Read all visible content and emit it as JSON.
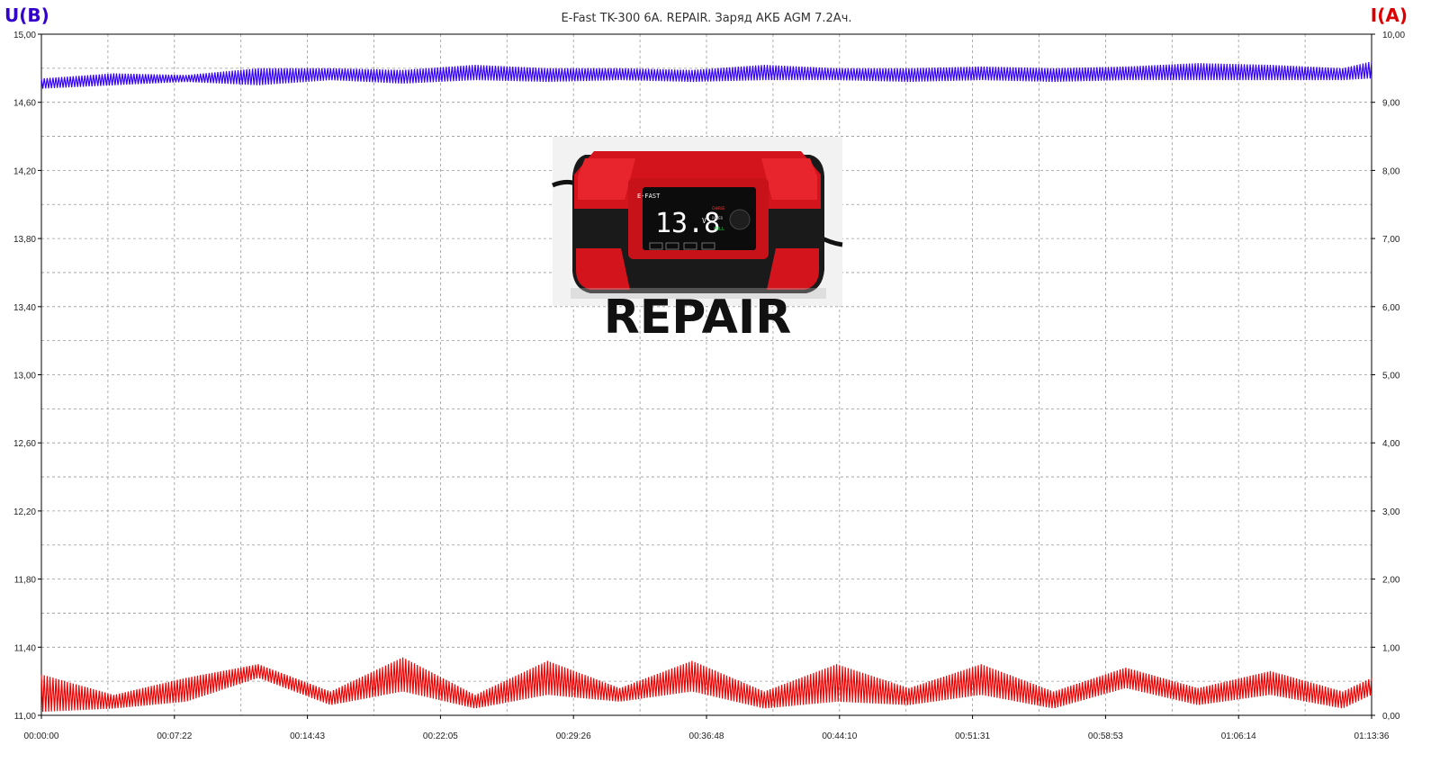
{
  "chart_data": {
    "type": "line",
    "title": "E-Fast TK-300 6A. REPAIR. Заряд АКБ AGM 7.2Ач.",
    "ylabel_left": "U(В)",
    "ylabel_right": "I(A)",
    "xlabel": "",
    "y_left_lim": [
      11.0,
      15.0
    ],
    "y_right_lim": [
      0.0,
      10.0
    ],
    "x_ticks": [
      "00:00:00",
      "00:07:22",
      "00:14:43",
      "00:22:05",
      "00:29:26",
      "00:36:48",
      "00:44:10",
      "00:51:31",
      "00:58:53",
      "01:06:14",
      "01:13:36"
    ],
    "y_left_ticks": [
      "11,00",
      "11,40",
      "11,80",
      "12,20",
      "12,60",
      "13,00",
      "13,40",
      "13,80",
      "14,20",
      "14,60",
      "15,00"
    ],
    "y_right_ticks": [
      "0,00",
      "1,00",
      "2,00",
      "3,00",
      "4,00",
      "5,00",
      "6,00",
      "7,00",
      "8,00",
      "9,00",
      "10,00"
    ],
    "grid": true,
    "series": [
      {
        "name": "U(В)",
        "axis": "left",
        "color": "#3300ff",
        "x_min": [
          0,
          4,
          8,
          12,
          16,
          20,
          24,
          28,
          32,
          36,
          40,
          44,
          48,
          52,
          56,
          60,
          64,
          68,
          72,
          73.6
        ],
        "values_low": [
          14.68,
          14.7,
          14.72,
          14.7,
          14.73,
          14.71,
          14.73,
          14.72,
          14.73,
          14.72,
          14.73,
          14.73,
          14.72,
          14.73,
          14.72,
          14.73,
          14.73,
          14.73,
          14.73,
          14.74
        ],
        "values_high": [
          14.74,
          14.77,
          14.76,
          14.8,
          14.8,
          14.79,
          14.82,
          14.8,
          14.8,
          14.79,
          14.82,
          14.8,
          14.8,
          14.81,
          14.8,
          14.81,
          14.83,
          14.82,
          14.8,
          14.84
        ]
      },
      {
        "name": "I(A)",
        "axis": "right",
        "color": "#ee0000",
        "x_min": [
          0,
          4,
          8,
          12,
          16,
          20,
          24,
          28,
          32,
          36,
          40,
          44,
          48,
          52,
          56,
          60,
          64,
          68,
          72,
          73.6
        ],
        "values_low": [
          0.05,
          0.1,
          0.2,
          0.55,
          0.15,
          0.35,
          0.1,
          0.3,
          0.2,
          0.35,
          0.1,
          0.2,
          0.15,
          0.3,
          0.1,
          0.4,
          0.15,
          0.3,
          0.1,
          0.3
        ],
        "values_high": [
          0.6,
          0.3,
          0.55,
          0.75,
          0.35,
          0.85,
          0.3,
          0.8,
          0.4,
          0.8,
          0.35,
          0.75,
          0.4,
          0.75,
          0.35,
          0.7,
          0.4,
          0.65,
          0.35,
          0.55
        ]
      }
    ],
    "overlay_label": "REPAIR",
    "device": {
      "brand": "E-FAST",
      "display_value": "13.8",
      "unit": "V",
      "indicators": [
        "CHARGE",
        "POWER",
        "FULL"
      ]
    }
  }
}
